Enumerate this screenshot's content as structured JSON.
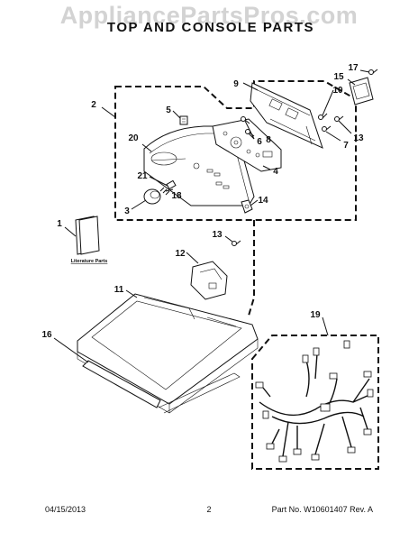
{
  "watermark": "AppliancePartsPros.com",
  "title": "TOP AND CONSOLE PARTS",
  "callouts": {
    "c1": "1",
    "c2": "2",
    "c3": "3",
    "c4": "4",
    "c5": "5",
    "c6": "6",
    "c7": "7",
    "c8": "8",
    "c9": "9",
    "c10": "10",
    "c11": "11",
    "c12": "12",
    "c13a": "13",
    "c13b": "13",
    "c14": "14",
    "c15": "15",
    "c16": "16",
    "c17": "17",
    "c18": "18",
    "c19": "19",
    "c20": "20",
    "c21": "21"
  },
  "literature_label": "Literature Parts",
  "footer": {
    "date": "04/15/2013",
    "page": "2",
    "part_no": "Part No.  W10601407  Rev. A"
  }
}
